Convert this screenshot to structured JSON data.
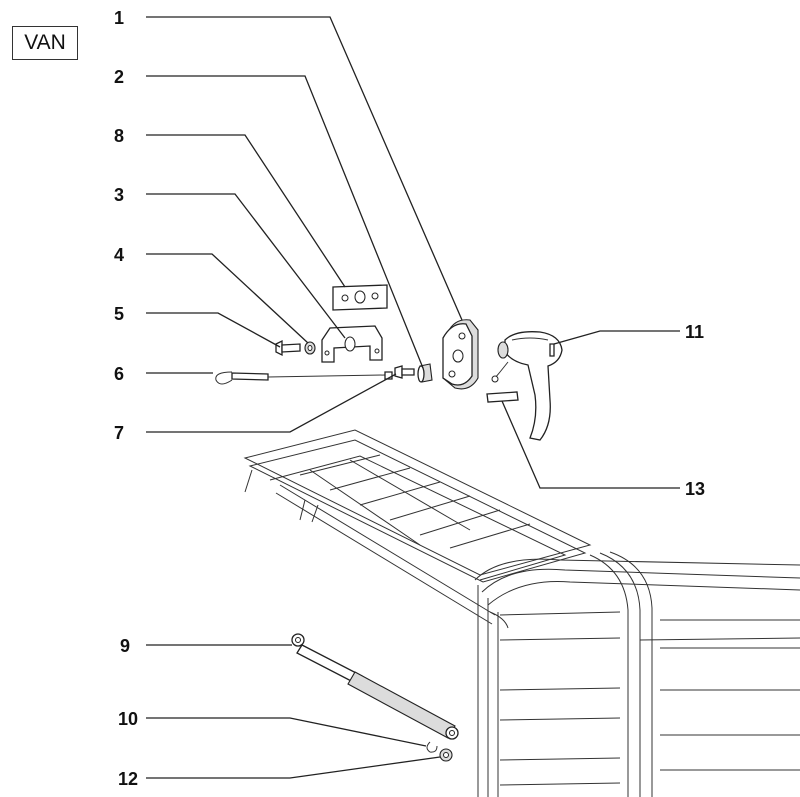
{
  "model_tag": "VAN",
  "callouts": [
    {
      "id": "1",
      "label": "1"
    },
    {
      "id": "2",
      "label": "2"
    },
    {
      "id": "8",
      "label": "8"
    },
    {
      "id": "3",
      "label": "3"
    },
    {
      "id": "4",
      "label": "4"
    },
    {
      "id": "5",
      "label": "5"
    },
    {
      "id": "6",
      "label": "6"
    },
    {
      "id": "7",
      "label": "7"
    },
    {
      "id": "11",
      "label": "11"
    },
    {
      "id": "13",
      "label": "13"
    },
    {
      "id": "9",
      "label": "9"
    },
    {
      "id": "10",
      "label": "10"
    },
    {
      "id": "12",
      "label": "12"
    }
  ]
}
